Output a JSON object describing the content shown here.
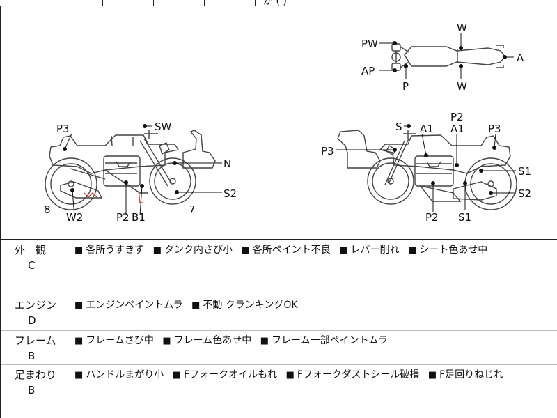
{
  "top_partial_text": "が ( ) ",
  "diagram": {
    "left_bike_labels": {
      "p3": "P3",
      "sw": "SW",
      "n": "N",
      "s2": "S2",
      "num8": "8",
      "w2": "W2",
      "p2": "P2",
      "b1": "B1",
      "num7": "7"
    },
    "right_bike_labels": {
      "s": "S",
      "a1_left": "A1",
      "p2_top": "P2",
      "a1_right": "A1",
      "p3": "P3",
      "p3_left": "P3",
      "s1_upper": "S1",
      "s2": "S2",
      "p2_bottom": "P2",
      "s1_lower": "S1"
    },
    "top_view_labels": {
      "pw": "PW",
      "ap": "AP",
      "p": "P",
      "w_top": "W",
      "w_bottom": "W",
      "a": "A"
    }
  },
  "rows": [
    {
      "category": "外　観",
      "grade": "C",
      "items": [
        "各所うすきず",
        "タンク内さび小",
        "各所ペイント不良",
        "レバー削れ",
        "シート色あせ中"
      ]
    },
    {
      "category": "エンジン",
      "grade": "D",
      "items": [
        "エンジンペイントムラ",
        "不動 クランキングOK"
      ]
    },
    {
      "category": "フレーム",
      "grade": "B",
      "items": [
        "フレームさび中",
        "フレーム色あせ中",
        "フレーム一部ペイントムラ"
      ]
    },
    {
      "category": "足まわり",
      "grade": "B",
      "items": [
        "ハンドルまがり小",
        "Fフォークオイルもれ",
        "Fフォークダストシール破損",
        "F足回りねじれ"
      ]
    }
  ],
  "bullet": "■"
}
